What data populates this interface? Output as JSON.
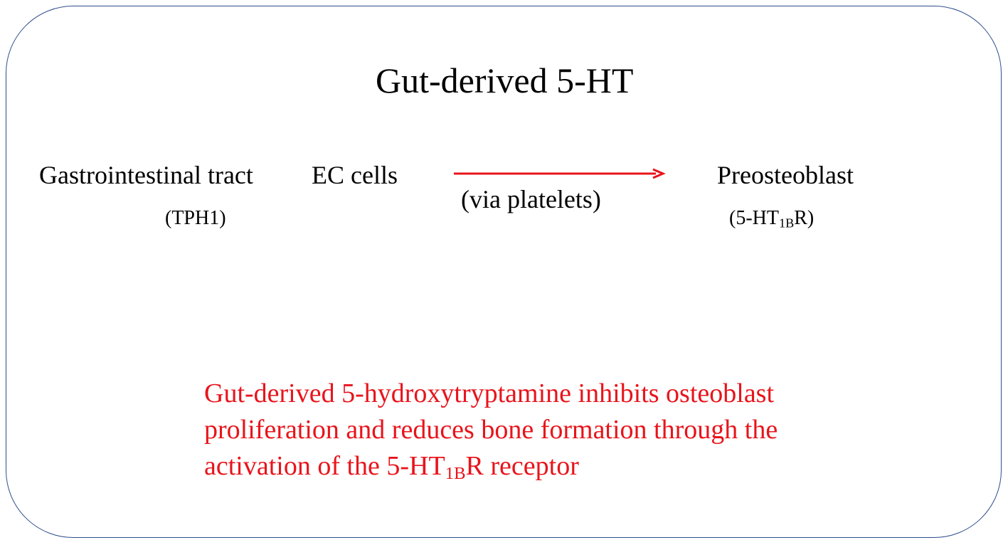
{
  "title": "Gut-derived  5-HT",
  "source": {
    "label": "Gastrointestinal tract",
    "enzyme": "(TPH1)"
  },
  "cell": "EC cells",
  "transport": "(via platelets)",
  "target": {
    "label": "Preosteoblast",
    "receptor_prefix": "(5-HT",
    "receptor_sub": "1B",
    "receptor_suffix": "R)"
  },
  "summary": {
    "line1": "Gut-derived 5-hydroxytryptamine inhibits osteoblast",
    "line2": "proliferation and reduces bone formation through the",
    "line3_prefix": "activation of the 5-HT",
    "line3_sub": "1B",
    "line3_suffix": "R receptor"
  },
  "colors": {
    "border": "#2f4e8c",
    "arrow": "#e8141b",
    "summary_text": "#e8141b"
  }
}
